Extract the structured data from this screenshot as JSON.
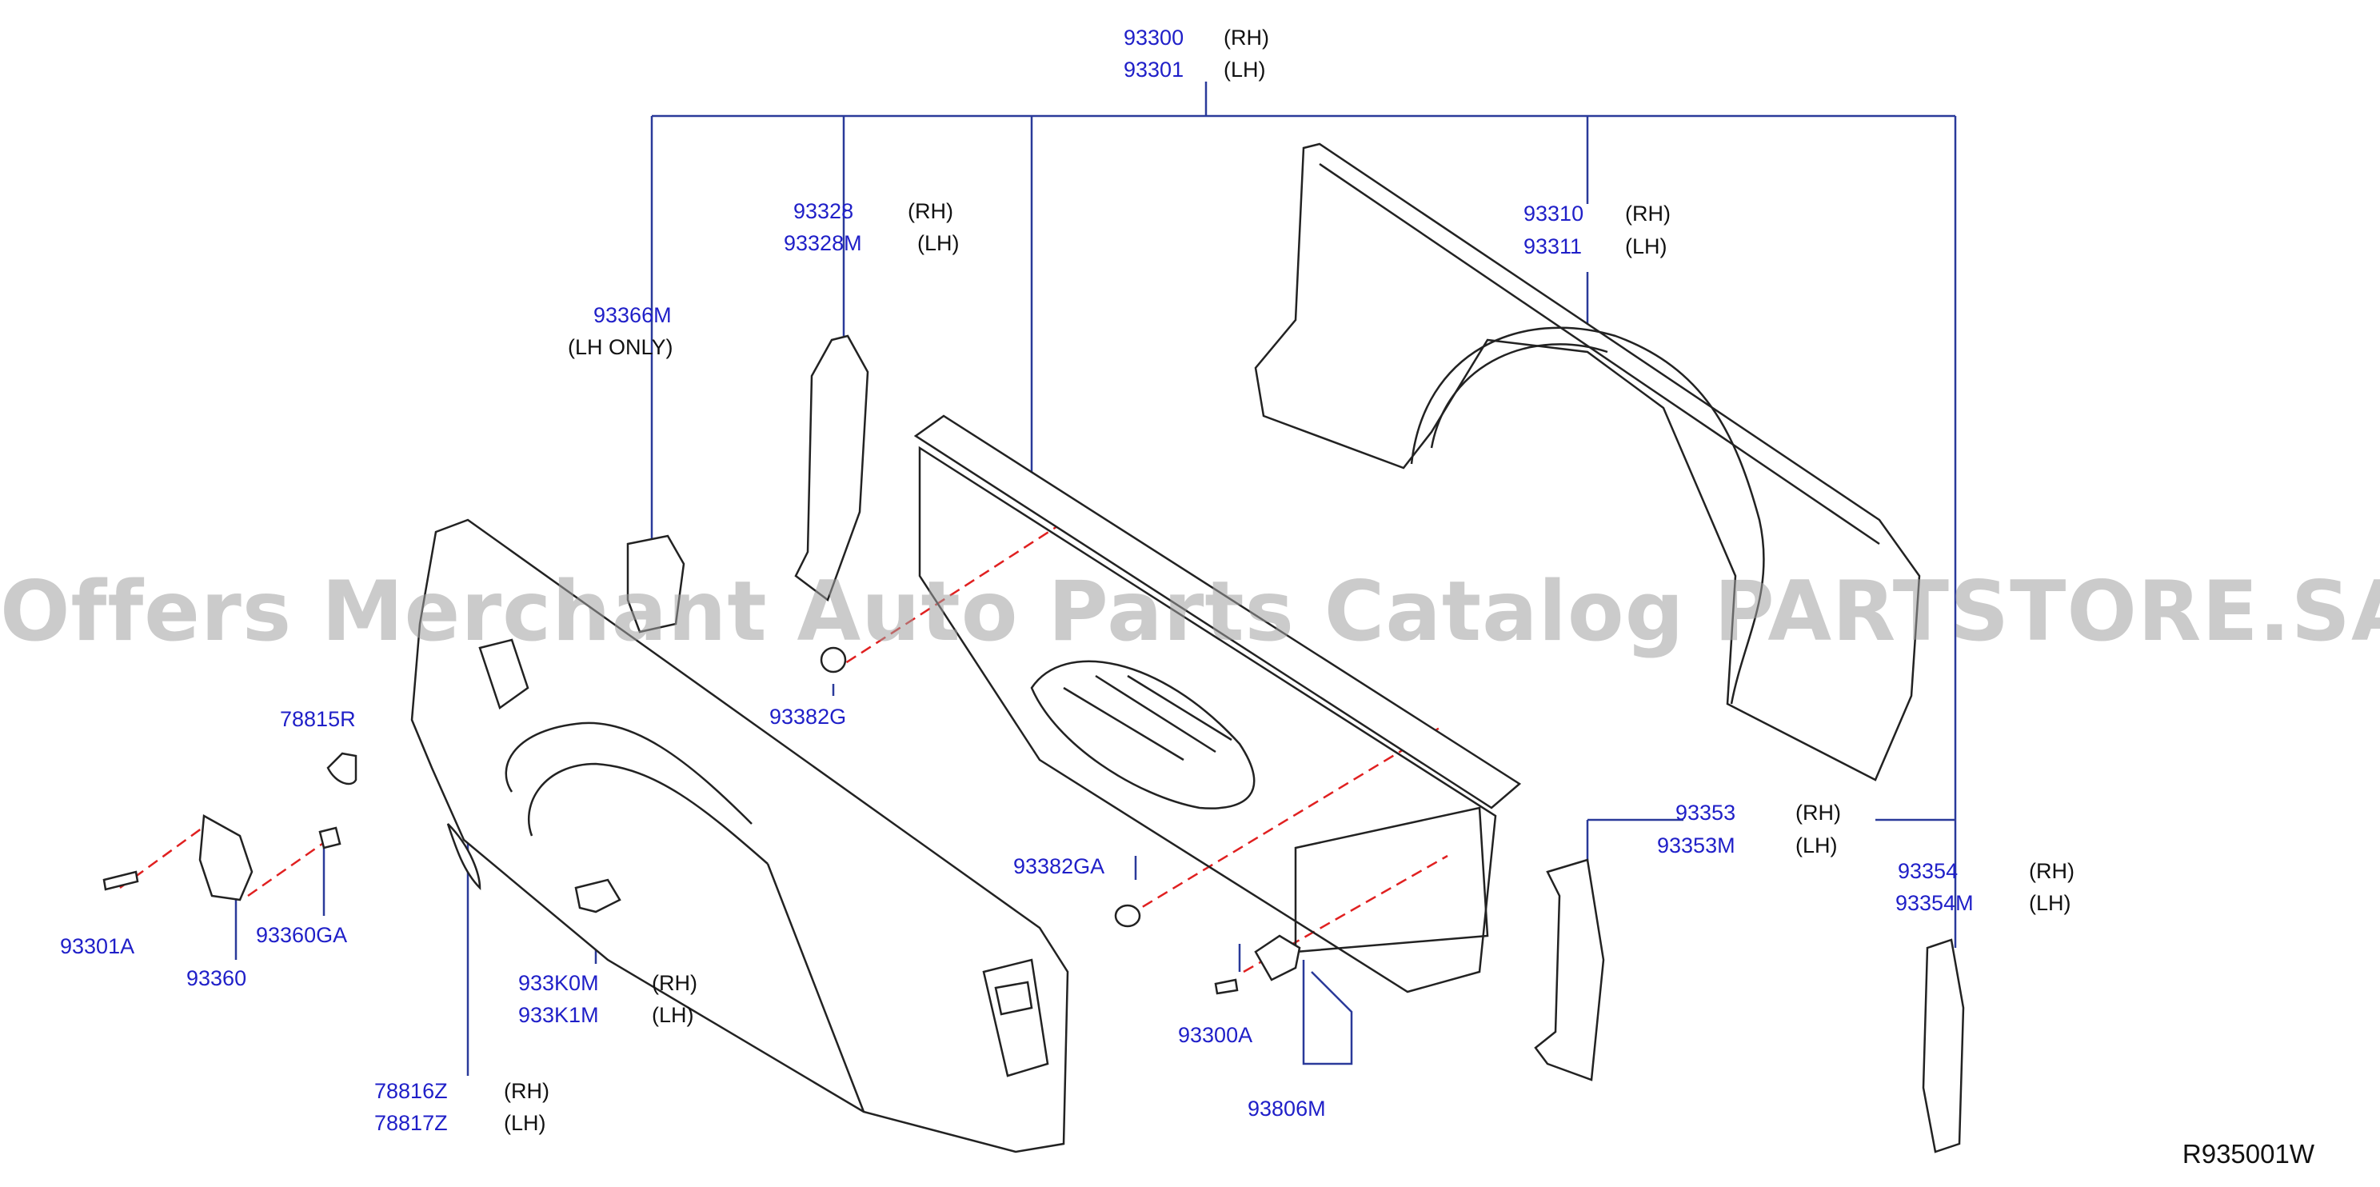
{
  "watermark": "Offers Merchant Auto Parts Catalog PARTSTORE.SA",
  "reference": "R935001W",
  "labels": {
    "p93300": "93300",
    "s93300": "(RH)",
    "p93301": "93301",
    "s93301": "(LH)",
    "p93328": "93328",
    "s93328": "(RH)",
    "p93328M": "93328M",
    "s93328M": "(LH)",
    "p93366M": "93366M",
    "n93366M": "(LH   ONLY)",
    "p93310": "93310",
    "s93310": "(RH)",
    "p93311": "93311",
    "s93311": "(LH)",
    "p78815R": "78815R",
    "p93382G": "93382G",
    "p93382GA": "93382GA",
    "p93353": "93353",
    "s93353": "(RH)",
    "p93353M": "93353M",
    "s93353M": "(LH)",
    "p93354": "93354",
    "s93354": "(RH)",
    "p93354M": "93354M",
    "s93354M": "(LH)",
    "p93301A": "93301A",
    "p93360": "93360",
    "p93360GA": "93360GA",
    "p933K0M": "933K0M",
    "s933K0M": "(RH)",
    "p933K1M": "933K1M",
    "s933K1M": "(LH)",
    "p93300A": "93300A",
    "p93806M": "93806M",
    "p78816Z": "78816Z",
    "s78816Z": "(RH)",
    "p78817Z": "78817Z",
    "s78817Z": "(LH)"
  },
  "colors": {
    "leader": "#2a3a9a",
    "part_number": "#1f1fc8",
    "side_text": "#111111",
    "dash": "#e02020",
    "outline": "#222222"
  }
}
